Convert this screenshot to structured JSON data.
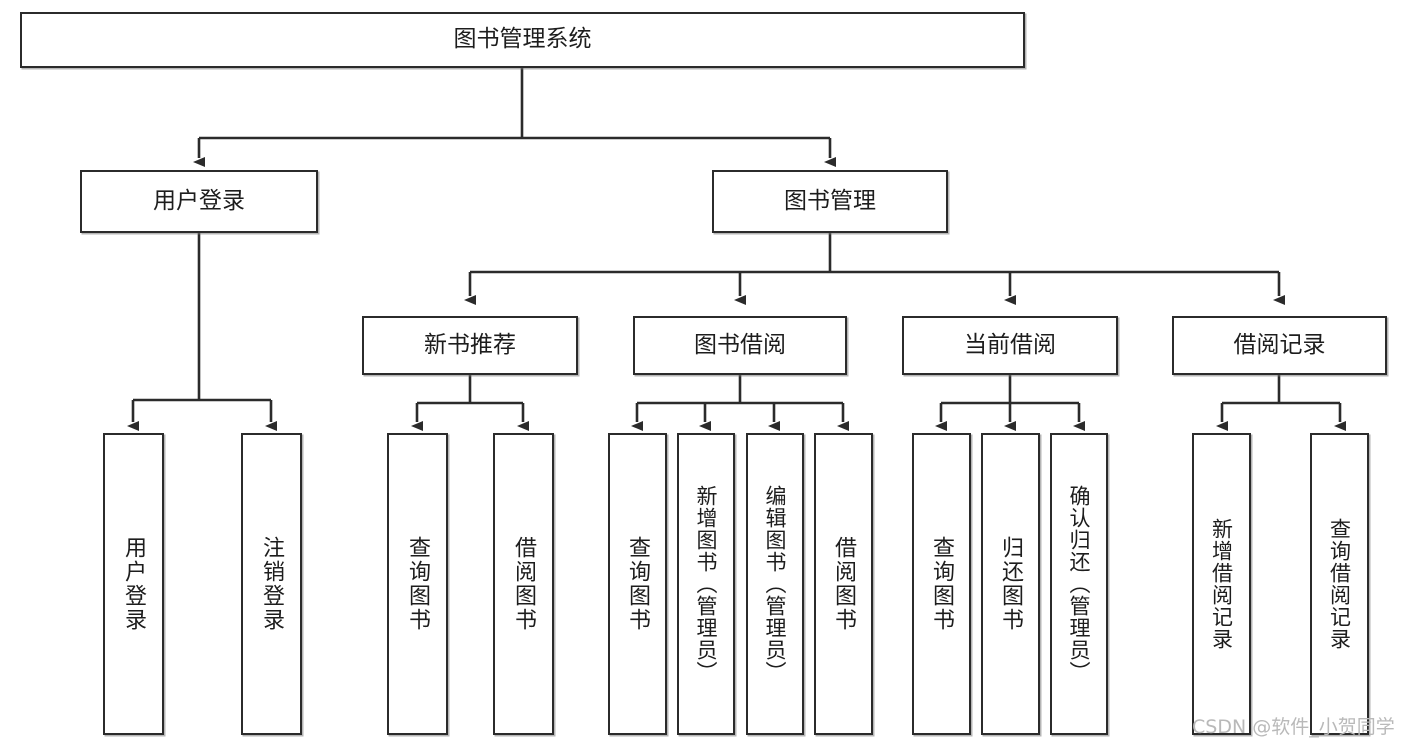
{
  "diagram": {
    "title": "图书管理系统",
    "type": "tree-hierarchy-diagram",
    "colors": {
      "node_border": "#2b2b2b",
      "node_fill": "#ffffff",
      "edge": "#2b2b2b",
      "text": "#1d1d1d",
      "watermark": "#b9b9b9",
      "background": "#ffffff"
    },
    "root": {
      "label": "图书管理系统"
    },
    "level2": [
      {
        "label": "用户登录"
      },
      {
        "label": "图书管理"
      }
    ],
    "level3": [
      {
        "label": "新书推荐"
      },
      {
        "label": "图书借阅"
      },
      {
        "label": "当前借阅"
      },
      {
        "label": "借阅记录"
      }
    ],
    "leaves": {
      "user_login": [
        {
          "label": "用户登录"
        },
        {
          "label": "注销登录"
        }
      ],
      "new_book_recommend": [
        {
          "label": "查询图书"
        },
        {
          "label": "借阅图书"
        }
      ],
      "book_borrow": [
        {
          "label": "查询图书"
        },
        {
          "label": "新增图书（管理员）"
        },
        {
          "label": "编辑图书（管理员）"
        },
        {
          "label": "借阅图书"
        }
      ],
      "current_borrow": [
        {
          "label": "查询图书"
        },
        {
          "label": "归还图书"
        },
        {
          "label": "确认归还（管理员）"
        }
      ],
      "borrow_record": [
        {
          "label": "新增借阅记录"
        },
        {
          "label": "查询借阅记录"
        }
      ]
    },
    "watermark": "CSDN @软件_小贺同学"
  }
}
